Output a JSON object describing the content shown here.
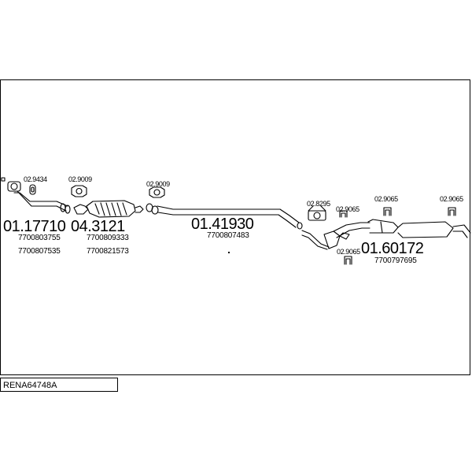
{
  "diagram": {
    "title": "RENA64748A",
    "parts": [
      {
        "code": "01.17710",
        "refs": [
          "7700803755",
          "7700807535"
        ]
      },
      {
        "code": "04.3121",
        "refs": [
          "7700809333",
          "7700821573"
        ]
      },
      {
        "code": "01.41930",
        "refs": [
          "7700807483"
        ]
      },
      {
        "code": "01.60172",
        "refs": [
          "7700797695"
        ]
      }
    ],
    "accessories": [
      "02.9434",
      "02.9009",
      "02.9009",
      "02.8295",
      "02.9065",
      "02.9065",
      "02.9065",
      "02.9065"
    ]
  }
}
